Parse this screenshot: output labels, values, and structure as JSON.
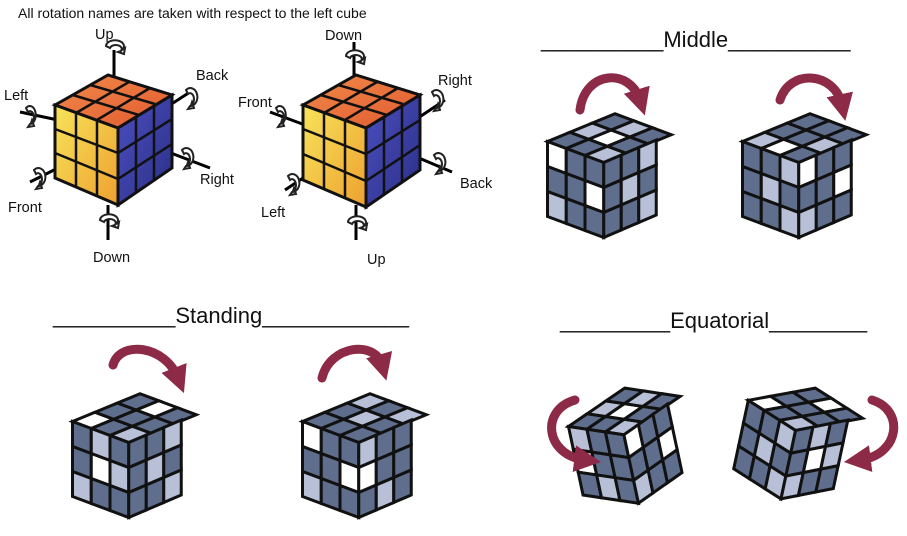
{
  "note": "All rotation names are taken with respect to the left cube",
  "left_cube": {
    "up": "Up",
    "back": "Back",
    "left": "Left",
    "right": "Right",
    "front": "Front",
    "down": "Down"
  },
  "right_cube": {
    "down": "Down",
    "right": "Right",
    "front": "Front",
    "back": "Back",
    "left": "Left",
    "up": "Up"
  },
  "sections": {
    "middle": "__________Middle__________",
    "standing": "__________Standing____________",
    "equatorial": "_________Equatorial________"
  },
  "colors": {
    "top": "#e8693a",
    "left": "#f2c53a",
    "right": "#3b3fa0",
    "slate": "#5e6e8c",
    "light": "#b7c0d6",
    "white": "#ffffff",
    "arrow": "#8c2a48"
  }
}
